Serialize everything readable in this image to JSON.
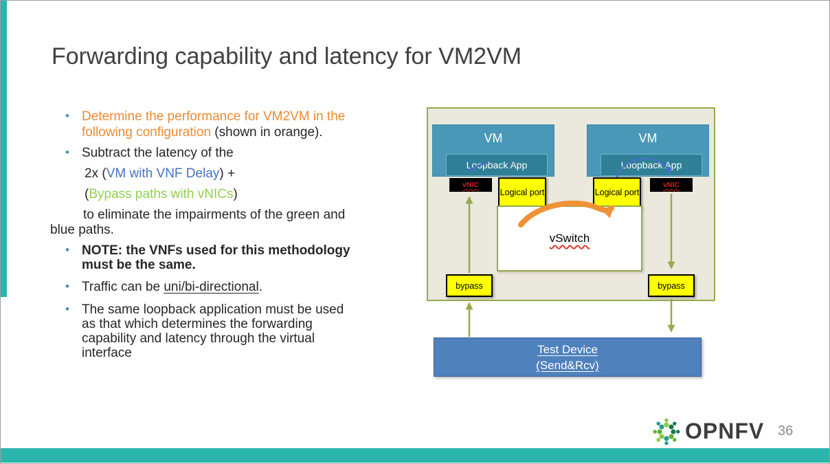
{
  "slide": {
    "title": "Forwarding capability and latency for VM2VM",
    "bullet_char": "•",
    "brand": "OPNFV",
    "page_number": "36"
  },
  "bullets": {
    "b1_l1_orange": "Determine the performance for VM2VM in the",
    "b1_l2_orange": "following configuration",
    "b1_l2_rest": " (shown in orange).",
    "b2_l1": "Subtract the latency of the",
    "b2_s1_pre": "2x (",
    "b2_s1_blue": "VM with VNF Delay",
    "b2_s1_post": ") +",
    "b2_s2_pre": "(",
    "b2_s2_green": "Bypass paths with vNICs",
    "b2_s2_post": ")",
    "b2_s3_l1": "to eliminate the impairments of the green and",
    "b2_s3_l2": "blue paths.",
    "b3_l1": "NOTE: the VNFs used for this methodology",
    "b3_l2": "must be the same.",
    "b4_pre": "Traffic can be ",
    "b4_underlined": "uni/bi-directional",
    "b4_post": ".",
    "b5_l1": "The same loopback application must be used",
    "b5_l2": "as that which determines the forwarding",
    "b5_l3": "capability and latency through the virtual",
    "b5_l4": "interface"
  },
  "diagram": {
    "vm_left_label": "VM",
    "vm_right_label": "VM",
    "loopback_left_label": "Loopback App",
    "loopback_right_label": "Loopback App",
    "vnic_left_label": "vNIC",
    "vnic_right_label": "vNIC",
    "logical_port_left_label": "Logical port",
    "logical_port_right_label": "Logical port",
    "vswitch_label": "vSwitch",
    "bypass_left_label": "bypass",
    "bypass_right_label": "bypass",
    "test_device_line1": "Test Device",
    "test_device_line2": "(Send&Rcv)"
  },
  "colors": {
    "accent_teal_bar": "#2cb5ac",
    "orange_text": "#ed8b33",
    "blue_text": "#4472c4",
    "green_text": "#92d050",
    "vm_fill": "#4a98b8",
    "loopback_fill": "#2f7f96",
    "test_device_fill": "#4f81bd",
    "diagram_bg": "#ebe8dd",
    "diagram_border": "#94ab4a",
    "yellow_fill": "#ffff00",
    "green_arrow": "#94ab4a",
    "orange_arrow": "#ef9235",
    "blue_arrow": "#4472c4",
    "vnic_text": "#cf1f1f"
  }
}
